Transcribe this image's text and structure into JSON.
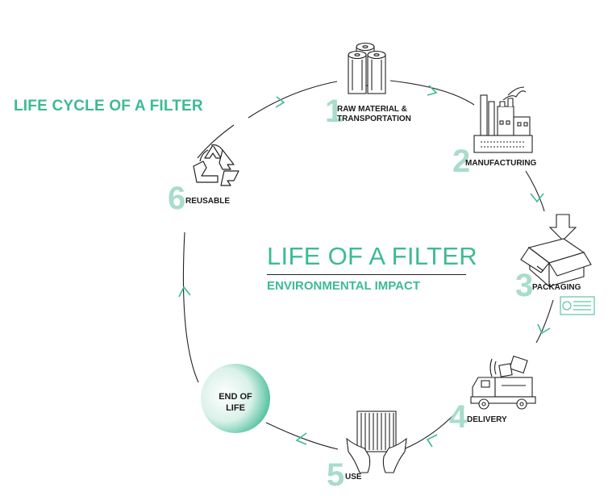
{
  "heading": "LIFE CYCLE OF A FILTER",
  "center": {
    "title": "LIFE OF A FILTER",
    "subtitle": "ENVIRONMENTAL IMPACT"
  },
  "stages": [
    {
      "number": "1",
      "label_line1": "RAW MATERIAL &",
      "label_line2": "TRANSPORTATION",
      "icon": "rolls-icon"
    },
    {
      "number": "2",
      "label": "MANUFACTURING",
      "icon": "factory-icon"
    },
    {
      "number": "3",
      "label": "PACKAGING",
      "icon": "box-icon"
    },
    {
      "number": "4",
      "label": "DELIVERY",
      "icon": "truck-icon"
    },
    {
      "number": "5",
      "label": "USE",
      "icon": "hands-filter-icon"
    },
    {
      "number": "6",
      "label": "REUSABLE",
      "icon": "recycle-icon"
    }
  ],
  "end_of_life": {
    "line1": "END OF",
    "line2": "LIFE"
  },
  "colors": {
    "accent": "#3dba96",
    "number": "#a8dccd",
    "line": "#222222"
  }
}
